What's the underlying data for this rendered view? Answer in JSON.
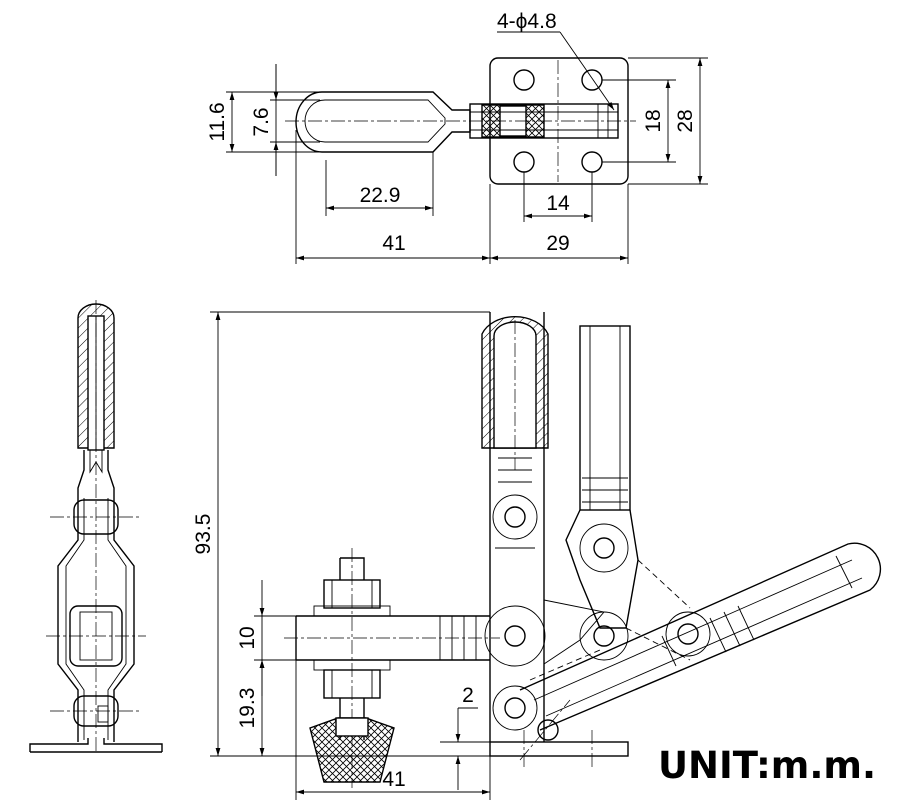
{
  "unit_label": "UNIT:m.m.",
  "top_view": {
    "hole_callout": "4-ϕ4.8",
    "dim_11_6": "11.6",
    "dim_7_6": "7.6",
    "dim_22_9": "22.9",
    "dim_41": "41",
    "dim_14": "14",
    "dim_29": "29",
    "dim_18": "18",
    "dim_28": "28"
  },
  "front_view": {
    "dim_93_5": "93.5",
    "dim_10": "10",
    "dim_19_3": "19.3",
    "dim_2": "2",
    "dim_41": "41"
  }
}
